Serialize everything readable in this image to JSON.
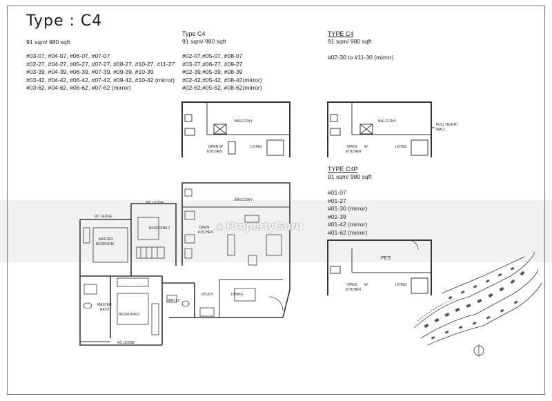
{
  "page_title": "Type : C4",
  "main_block": {
    "size": "91 sqm/ 980 sqft",
    "units": [
      "#03-07, #04-07, #06-07, #07-07",
      "#02-27, #04-27, #05-27, #07-27, #08-27, #10-27, #11-27",
      "#03-39, #04-39, #06-39, #07-39, #09-39, #10-39",
      "#03-42, #04-42, #06-42, #07-42, #09-42, #10-42 (mirror)",
      "#03-62, #04-62, #06-62, #07-62 (mirror)"
    ]
  },
  "block_2": {
    "heading": "Type C4",
    "size": "91 sqm/ 980 sqft",
    "units": [
      "#02-07,#05-07, #08-07",
      "#03-27,#06-27, #09-27",
      "#02-39,#05-39, #08-39",
      "#02-42,#05-42, #08-42(mirror)",
      "#02-62,#05-62, #08-62(mirror)"
    ]
  },
  "block_3": {
    "heading": "TYPE C4",
    "size": "91 sqm/ 980 sqft",
    "units": [
      "#02-30 to #11-30 (mirror)"
    ]
  },
  "block_4": {
    "heading": "TYPE C4P",
    "size": "91 sqm/ 980 sqft",
    "units": [
      "#01-07",
      "#01-27",
      "#01-30 (mirror)",
      "#01-39",
      "#01-42 (mirror)",
      "#01-62 (mirror)"
    ]
  },
  "plan_labels": {
    "balcony": "BALCONY",
    "open_kitchen_1": "OPEN",
    "open_kitchen_2": "KITCHEN",
    "w": "W",
    "living": "LIVING",
    "full_height_1": "FULL HEIGHT",
    "full_height_2": "WALL",
    "rc_ledge": "RC LEDGE",
    "ac_ledge": "AC LEDGE",
    "master_bedroom_1": "MASTER",
    "master_bedroom_2": "BEDROOM",
    "bedroom_2": "BEDROOM 2",
    "bedroom_3": "BEDROOM 3",
    "master_bath_1": "MASTER",
    "master_bath_2": "BATH",
    "bath_2": "BATH 2",
    "study": "STUDY",
    "dining": "DINING",
    "pes": "PES"
  },
  "watermark": "PropertyGuru"
}
